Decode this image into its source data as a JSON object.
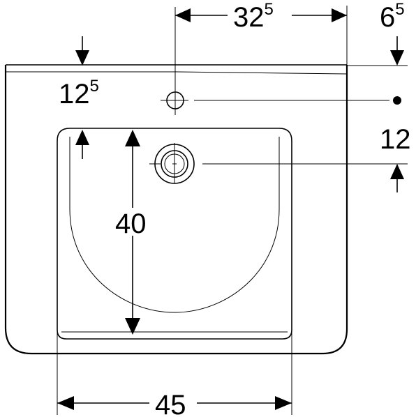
{
  "diagram": {
    "title": "",
    "colors": {
      "line": "#000000",
      "background": "#ffffff"
    },
    "dimensions": {
      "tap_offset": {
        "main": "32",
        "sup": "5"
      },
      "rim_height": {
        "main": "6",
        "sup": "5"
      },
      "tap_from_back": {
        "main": "12",
        "sup": "5"
      },
      "overflow_offset": {
        "main": "12"
      },
      "bowl_depth": {
        "main": "40"
      },
      "bowl_width": {
        "main": "45"
      }
    }
  }
}
